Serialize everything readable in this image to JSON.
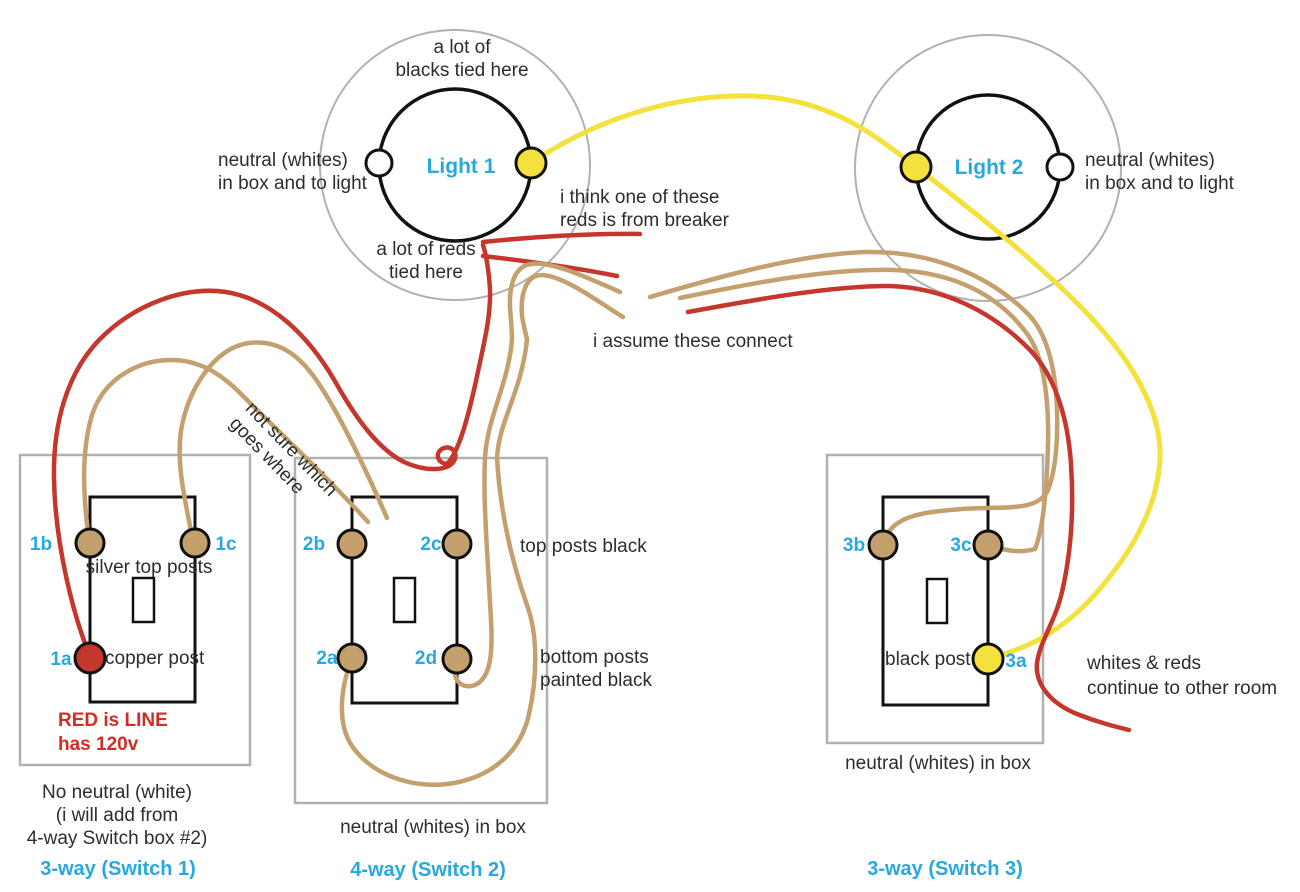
{
  "colors": {
    "red_wire": "#c5372d",
    "tan_wire": "#c3a06e",
    "yellow_wire": "#f4e13b",
    "blue_label": "#29a8e0",
    "gray_outline": "#b1b1b1",
    "black_outline": "#111111",
    "red_text": "#cf2e27",
    "body_text": "#2d2d2d",
    "white_terminal": "#ffffff"
  },
  "light1": {
    "label": "Light 1",
    "note_top_1": "a lot of",
    "note_top_2": "blacks tied here",
    "note_left_1": "neutral (whites)",
    "note_left_2": "in box and to light",
    "note_bottom_1": "a lot of reds",
    "note_bottom_2": "tied here"
  },
  "light2": {
    "label": "Light 2",
    "note_right_1": "neutral (whites)",
    "note_right_2": "in box and to light"
  },
  "annotations": {
    "breaker_1": "i think one of these",
    "breaker_2": "reds is from breaker",
    "assume": "i assume these connect",
    "notsure_1": "not sure which",
    "notsure_2": "goes where",
    "whites_reds_1": "whites & reds",
    "whites_reds_2": "continue to other room"
  },
  "switch1": {
    "post_b": "1b",
    "post_c": "1c",
    "post_a": "1a",
    "silver_note": "silver top posts",
    "copper_note": "copper post",
    "red_note_1": "RED is LINE",
    "red_note_2": "has 120v",
    "below_1": "No neutral (white)",
    "below_2": "(i will add from",
    "below_3": "4-way Switch box #2)",
    "title": "3-way (Switch 1)"
  },
  "switch2": {
    "post_b": "2b",
    "post_c": "2c",
    "post_a": "2a",
    "post_d": "2d",
    "top_note": "top posts black",
    "bottom_note_1": "bottom posts",
    "bottom_note_2": "painted black",
    "below": "neutral (whites) in box",
    "title": "4-way (Switch 2)"
  },
  "switch3": {
    "post_b": "3b",
    "post_c": "3c",
    "post_a": "3a",
    "black_post_note": "black post",
    "below": "neutral (whites) in box",
    "title": "3-way (Switch 3)"
  }
}
